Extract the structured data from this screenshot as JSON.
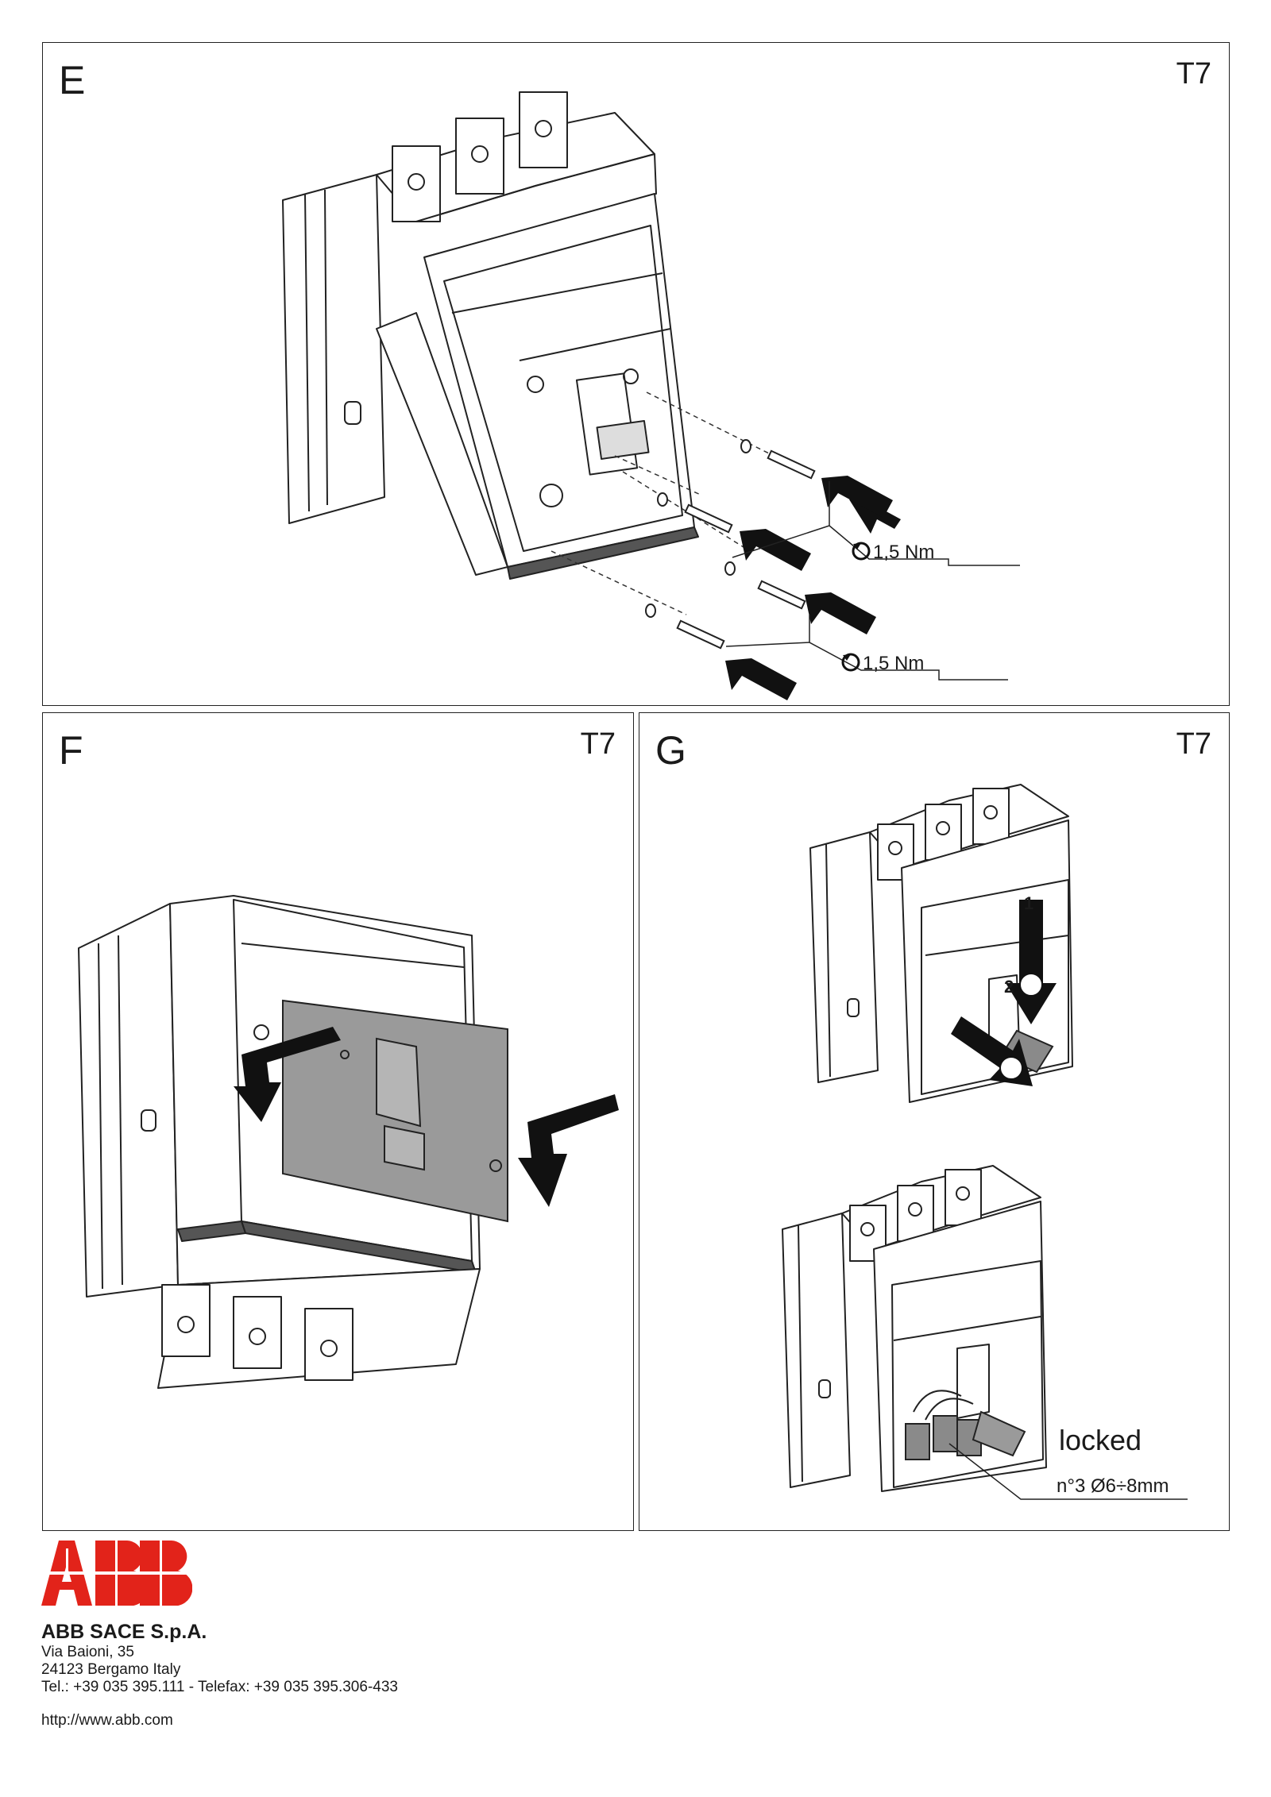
{
  "panels": {
    "e": {
      "letter": "E",
      "model": "T7",
      "torque_1": "1,5 Nm",
      "torque_2": "1,5 Nm"
    },
    "f": {
      "letter": "F",
      "model": "T7"
    },
    "g": {
      "letter": "G",
      "model": "T7",
      "step_1": "1",
      "step_2": "2",
      "locked_label": "locked",
      "padlock_spec": "n°3 Ø6÷8mm"
    }
  },
  "footer": {
    "logo_text": "ABB",
    "company": "ABB SACE S.p.A.",
    "address_line_1": "Via Baioni, 35",
    "address_line_2": "24123 Bergamo Italy",
    "phone_line": "Tel.: +39 035 395.111 - Telefax: +39 035 395.306-433",
    "website": "http://www.abb.com"
  },
  "colors": {
    "logo_red": "#e2231a",
    "line": "#222222",
    "cover_grey": "#9a9a9a"
  }
}
